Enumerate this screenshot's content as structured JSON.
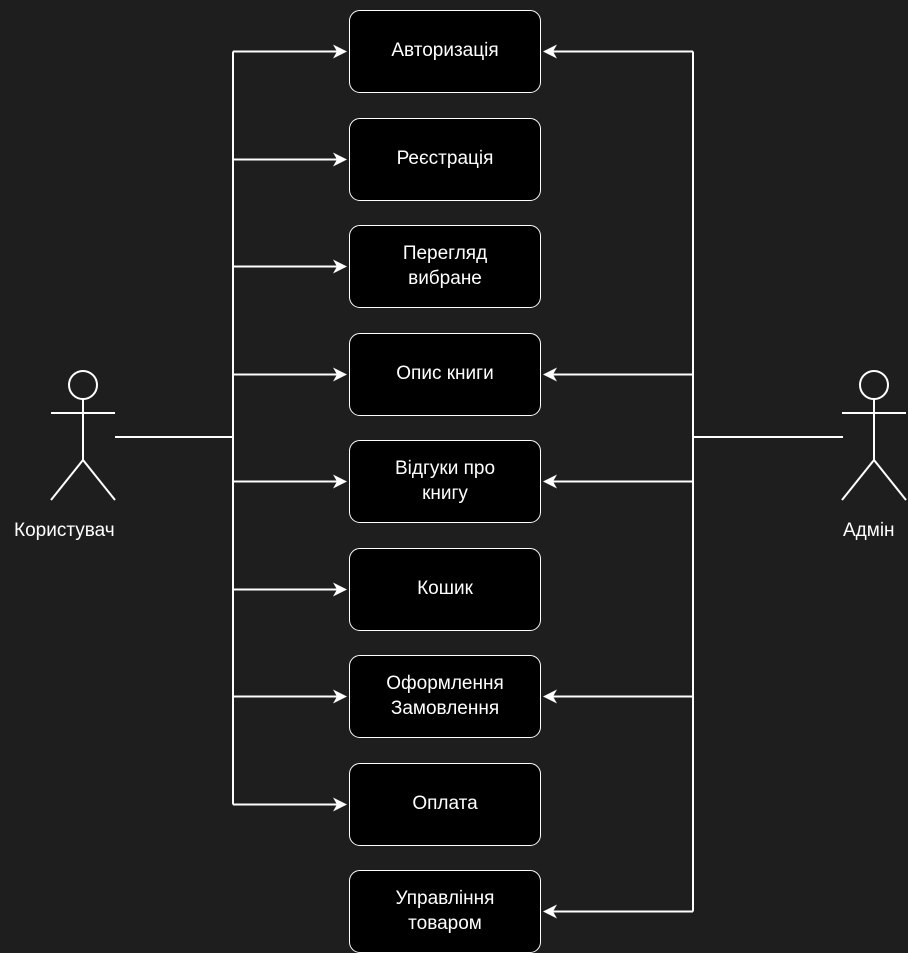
{
  "colors": {
    "background": "#1e1e1e",
    "box_fill": "#000000",
    "stroke": "#ffffff",
    "text": "#ffffff"
  },
  "actors": {
    "user": {
      "label": "Користувач"
    },
    "admin": {
      "label": "Адмін"
    }
  },
  "use_cases": [
    {
      "label": "Авторизація",
      "user": true,
      "admin": true
    },
    {
      "label": "Реєстрація",
      "user": true,
      "admin": false
    },
    {
      "label": "Перегляд\nвибране",
      "user": true,
      "admin": false
    },
    {
      "label": "Опис книги",
      "user": true,
      "admin": true
    },
    {
      "label": "Відгуки про\nкнигу",
      "user": true,
      "admin": true
    },
    {
      "label": "Кошик",
      "user": true,
      "admin": false
    },
    {
      "label": "Оформлення\nЗамовлення",
      "user": true,
      "admin": true
    },
    {
      "label": "Оплата",
      "user": true,
      "admin": false
    },
    {
      "label": "Управління\nтоваром",
      "user": false,
      "admin": true
    }
  ]
}
